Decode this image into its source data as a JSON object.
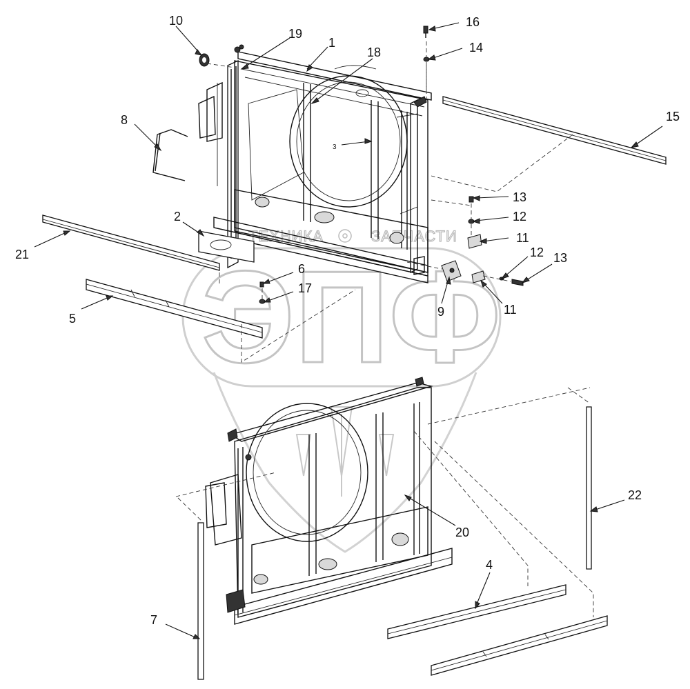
{
  "watermark": {
    "brand_left": "ТЕХНИКА",
    "brand_right": "ЗАПЧАСТИ",
    "logo": "ЭПФ"
  },
  "callouts": [
    {
      "id": "1",
      "label": "1"
    },
    {
      "id": "2",
      "label": "2"
    },
    {
      "id": "3",
      "label": "3"
    },
    {
      "id": "4",
      "label": "4"
    },
    {
      "id": "5",
      "label": "5"
    },
    {
      "id": "6",
      "label": "6"
    },
    {
      "id": "7",
      "label": "7"
    },
    {
      "id": "8",
      "label": "8"
    },
    {
      "id": "9",
      "label": "9"
    },
    {
      "id": "10",
      "label": "10"
    },
    {
      "id": "11a",
      "label": "11"
    },
    {
      "id": "11b",
      "label": "11"
    },
    {
      "id": "12a",
      "label": "12"
    },
    {
      "id": "12b",
      "label": "12"
    },
    {
      "id": "13a",
      "label": "13"
    },
    {
      "id": "13b",
      "label": "13"
    },
    {
      "id": "14",
      "label": "14"
    },
    {
      "id": "15",
      "label": "15"
    },
    {
      "id": "16",
      "label": "16"
    },
    {
      "id": "17",
      "label": "17"
    },
    {
      "id": "18",
      "label": "18"
    },
    {
      "id": "19",
      "label": "19"
    },
    {
      "id": "20",
      "label": "20"
    },
    {
      "id": "21",
      "label": "21"
    },
    {
      "id": "22",
      "label": "22"
    }
  ],
  "colors": {
    "line": "#111111",
    "watermark": "#c4c4c4",
    "background": "#ffffff"
  }
}
